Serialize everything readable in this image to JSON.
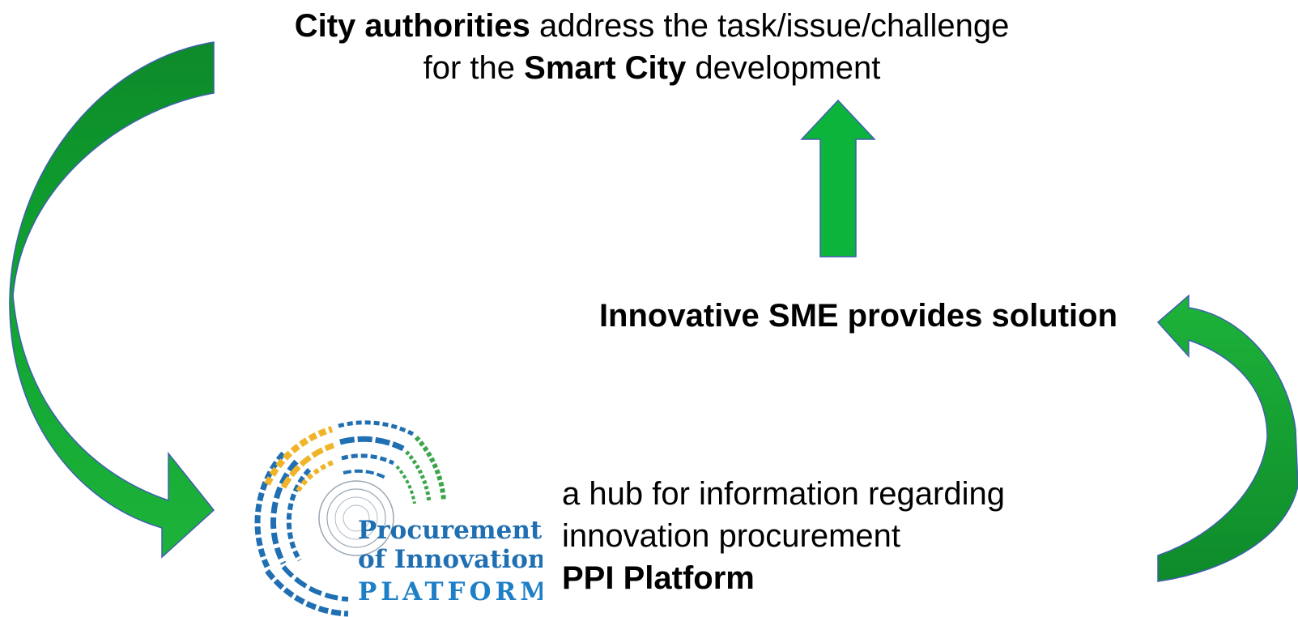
{
  "top_statement": {
    "part1_bold": "City authorities",
    "part2": " address the task/issue/challenge",
    "part3": "for the ",
    "part4_bold": "Smart City",
    "part5": " development"
  },
  "sme_statement": "Innovative SME provides solution",
  "hub_statement": {
    "line1": "a hub for information regarding",
    "line2": "innovation procurement",
    "line3_bold": "PPI Platform"
  },
  "logo": {
    "line1": "Procurement",
    "line2": "of Innovation",
    "line3": "PLATFORM"
  },
  "colors": {
    "arrow_fill": "#1db33a",
    "arrow_fill_dark": "#0e8a2a",
    "arrow_stroke": "#3f5fb0",
    "logo_blue": "#1f6fb2",
    "logo_yellow": "#f0b429",
    "logo_green": "#3aa64a"
  }
}
